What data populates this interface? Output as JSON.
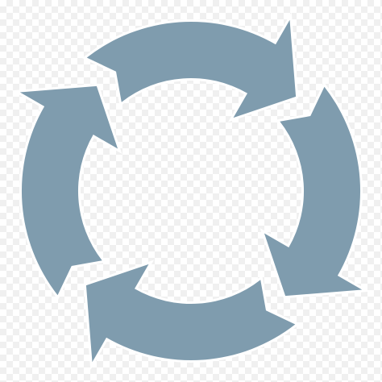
{
  "icon": {
    "name": "circular-arrows-cycle-icon",
    "arrow_count": 4,
    "direction": "clockwise",
    "color": "#7f9cae"
  },
  "background": {
    "pattern": "transparency-checkerboard",
    "color": "#ffffff",
    "checker_color": "#f0f0f0"
  }
}
